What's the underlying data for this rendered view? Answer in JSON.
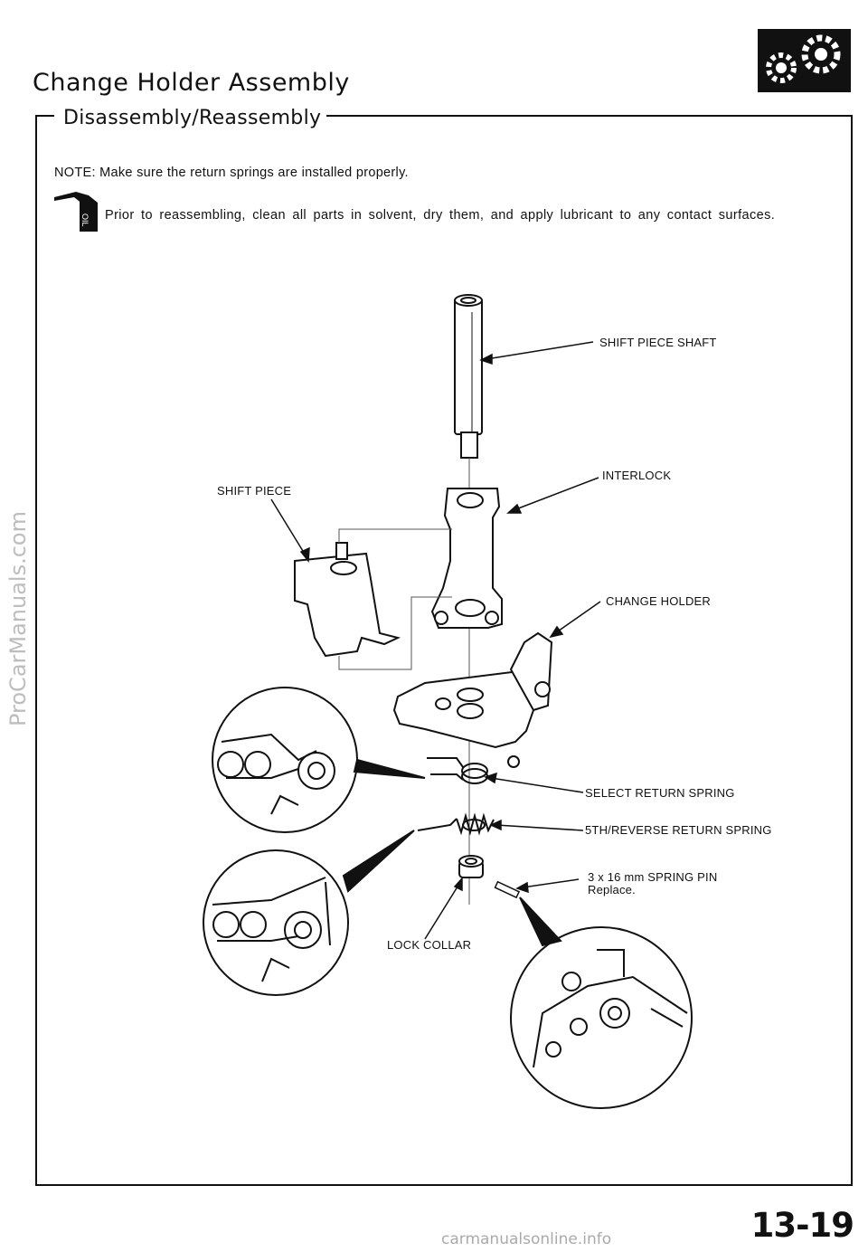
{
  "header": {
    "title": "Change Holder Assembly",
    "section": "Disassembly/Reassembly",
    "gear_icon": "gears-icon"
  },
  "notes": {
    "note": "NOTE:  Make sure the return springs are installed properly.",
    "prior": "Prior to reassembling, clean all parts in solvent, dry them, and apply lubricant to any contact surfaces.",
    "oil_icon": "oil-can-icon"
  },
  "labels": {
    "shift_piece_shaft": "SHIFT  PIECE  SHAFT",
    "interlock": "INTERLOCK",
    "shift_piece": "SHIFT  PIECE",
    "change_holder": "CHANGE HOLDER",
    "select_return_spring": "SELECT  RETURN  SPRING",
    "fifth_reverse_spring": "5TH/REVERSE  RETURN  SPRING",
    "spring_pin": "3  x  16  mm  SPRING  PIN",
    "replace": "Replace.",
    "lock_collar": "LOCK  COLLAR"
  },
  "footer": {
    "page_number": "13-19",
    "site": "carmanualsonline.info",
    "watermark": "ProCarManuals.com"
  }
}
